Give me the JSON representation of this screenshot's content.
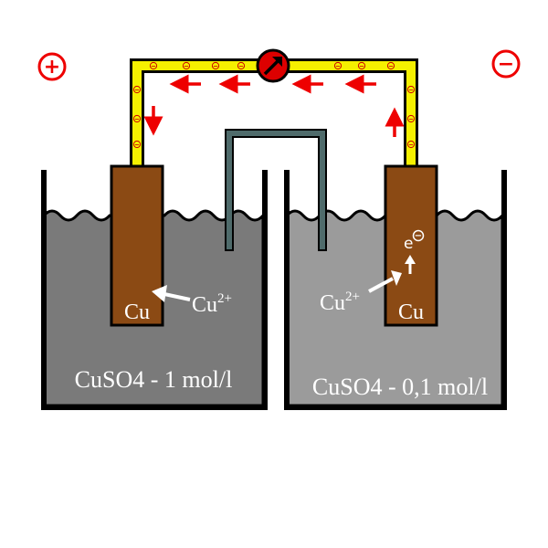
{
  "left_cell": {
    "polarity": "+",
    "electrode_label": "Cu",
    "ion_label": "Cu",
    "ion_charge": "2+",
    "solution_label": "CuSO4 - 1 mol/l",
    "solution_color": "#7a7a7a"
  },
  "right_cell": {
    "polarity": "−",
    "electrode_label": "Cu",
    "ion_label": "Cu",
    "ion_charge": "2+",
    "electron_label": "e",
    "electron_charge": "−",
    "solution_label": "CuSO4 - 0,1 mol/l",
    "solution_color": "#9b9b9b"
  },
  "wire": {
    "electron_symbol": "−",
    "wire_color": "#f5f000",
    "arrow_color": "#ee0000"
  },
  "meter": {
    "icon": "galvanometer-icon",
    "color": "#dd0000"
  },
  "colors": {
    "electrode": "#8b4a14",
    "salt_bridge": "#4f6b6b",
    "text_on_solution": "#ffffff",
    "polarity": "#ee0000"
  }
}
